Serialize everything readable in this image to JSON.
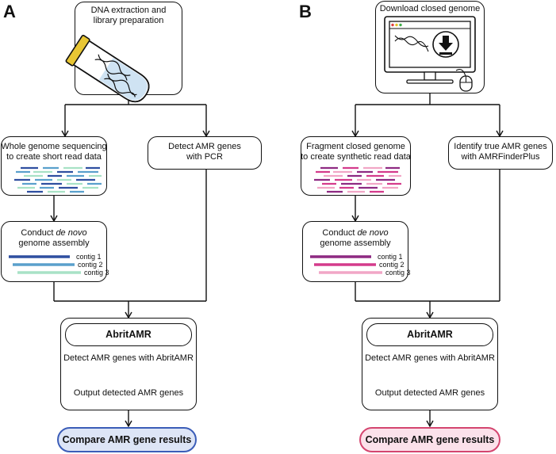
{
  "panel_a": {
    "letter": "A",
    "top_box": {
      "line1": "DNA extraction and",
      "line2": "library preparation"
    },
    "wgs_box": {
      "line1": "Whole genome sequencing",
      "line2": "to create short read data"
    },
    "pcr_box": {
      "line1": "Detect AMR genes",
      "line2": "with PCR"
    },
    "assembly_box": {
      "pre": "Conduct ",
      "italic": "de novo",
      "line2": "genome assembly",
      "contigs": [
        "contig 1",
        "contig 2",
        "contig 3"
      ]
    },
    "abritamr_box": {
      "title": "AbritAMR",
      "step1": "Detect AMR genes with AbritAMR",
      "step2": "Output detected AMR genes"
    },
    "result": "Compare AMR gene results",
    "colors": {
      "contig1": "#2f4fa0",
      "contig2": "#5aa0cc",
      "contig3": "#a8e2c6",
      "result_fill": "#dde5f6",
      "result_border": "#3b5db8"
    }
  },
  "panel_b": {
    "letter": "B",
    "top_box": {
      "line1": "Download closed genome"
    },
    "fragment_box": {
      "line1": "Fragment closed genome",
      "line2": "to create synthetic read data"
    },
    "identify_box": {
      "line1": "Identify true AMR genes",
      "line2": "with AMRFinderPlus"
    },
    "assembly_box": {
      "pre": "Conduct ",
      "italic": "de novo",
      "line2": "genome assembly",
      "contigs": [
        "contig 1",
        "contig 2",
        "contig 3"
      ]
    },
    "abritamr_box": {
      "title": "AbritAMR",
      "step1": "Detect AMR genes with AbritAMR",
      "step2": "Output detected AMR genes"
    },
    "result": "Compare AMR gene results",
    "colors": {
      "contig1": "#8e2a82",
      "contig2": "#d43b8c",
      "contig3": "#f1a6c6",
      "result_fill": "#fbe1ea",
      "result_border": "#d4456f"
    }
  }
}
